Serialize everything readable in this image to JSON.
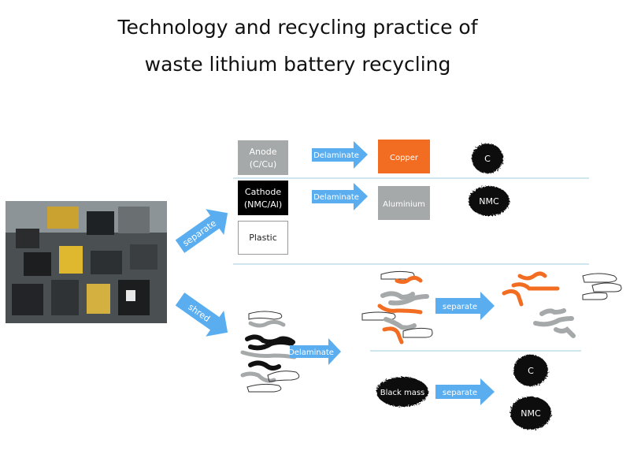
{
  "title": {
    "line1": "Technology and recycling practice of",
    "line2": "waste lithium battery recycling"
  },
  "colors": {
    "arrow": "#5aaef0",
    "copper": "#f26c21",
    "grey": "#a6a9a9",
    "black": "#111111",
    "divider": "#cfe6ee"
  },
  "top_branch": {
    "arrow_label": "separate",
    "components": [
      {
        "label_line1": "Anode",
        "label_line2": "(C/Cu)"
      },
      {
        "label_line1": "Cathode",
        "label_line2": "(NMC/Al)"
      },
      {
        "label_line1": "Plastic",
        "label_line2": ""
      }
    ],
    "delaminate_label_1": "Delaminate",
    "delaminate_label_2": "Delaminate",
    "foil_1": "Copper",
    "foil_2": "Aluminium",
    "powder_1": "C",
    "powder_2": "NMC"
  },
  "bottom_branch": {
    "arrow_label": "shred",
    "delaminate_label": "Delaminate",
    "separate_label_1": "separate",
    "black_mass_label": "Black mass",
    "separate_label_2": "separate",
    "powder_1": "C",
    "powder_2": "NMC"
  }
}
